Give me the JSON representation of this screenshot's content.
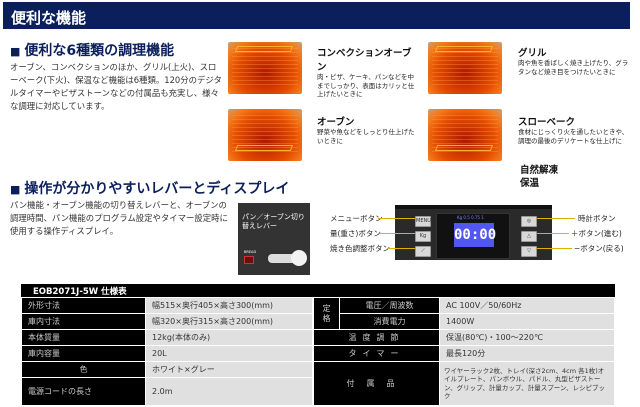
{
  "header": {
    "title": "便利な機能"
  },
  "section1": {
    "heading": "便利な6種類の調理機能",
    "bullet": "■",
    "body": "オーブン、コンベクションのほか、グリル(上火)、スローベーク(下火)、保温など機能は6種類。120分のデジタルタイマーやピザストーンなどの付属品も充実し、様々な調理に対応しています。",
    "functions": [
      {
        "title": "コンベクションオーブン",
        "desc": "肉・ピザ、ケーキ、パンなどを中までしっかり、表面はカリッと仕上げたいときに"
      },
      {
        "title": "グリル",
        "desc": "肉や魚を香ばしく焼き上げたり、グラタンなど焼き目をつけたいときに"
      },
      {
        "title": "オーブン",
        "desc": "野菜や魚などをしっとり仕上げたいときに"
      },
      {
        "title": "スローベーク",
        "desc": "食材にじっくり火を通したいときや、調理の最後のデリケートな仕上げに"
      }
    ],
    "extra": [
      "自然解凍",
      "保温"
    ]
  },
  "section2": {
    "heading": "操作が分かりやすいレバーとディスプレイ",
    "bullet": "■",
    "body": "パン機能・オーブン機能の切り替えレバーと、オーブンの調理時間、パン機能のプログラム設定やタイマー設定時に使用する操作ディスプレイ。",
    "lever_label": "パン／オーブン切り替えレバー",
    "lever_small": "BREAD",
    "left_labels": [
      "メニューボタン",
      "量(重さ)ボタン",
      "焼き色調整ボタン"
    ],
    "right_labels": [
      "時計ボタン",
      "＋ボタン(進む)",
      "−ボタン(戻る)"
    ],
    "display_time": "00:00",
    "display_top": "Kg 0.5   0.75   1",
    "btn_menu": "MENU",
    "btn_kg": "Kg"
  },
  "spec": {
    "title": "EOB2071J-5W 仕様表",
    "left": [
      {
        "label": "外形寸法",
        "value": "幅515×奥行405×高さ300(mm)"
      },
      {
        "label": "庫内寸法",
        "value": "幅320×奥行315×高さ200(mm)"
      },
      {
        "label": "本体質量",
        "value": "12kg(本体のみ)"
      },
      {
        "label": "庫内容量",
        "value": "20L"
      },
      {
        "label": "色",
        "value": "ホワイト×グレー"
      },
      {
        "label": "電源コードの長さ",
        "value": "2.0m"
      }
    ],
    "rating_label": "定格",
    "right": [
      {
        "label": "電圧／周波数",
        "value": "AC 100V／50/60Hz"
      },
      {
        "label": "消費電力",
        "value": "1400W"
      },
      {
        "label": "温度調節",
        "value": "保温(80℃)・100～220℃"
      },
      {
        "label": "タイマー",
        "value": "最長120分"
      },
      {
        "label": "付属品",
        "value": "ワイヤーラック2枚、トレイ(深さ2cm、4cm 各1枚)オイルプレート、パンボウル、パドル、丸型ピザストーン、グリップ、計量カップ、計量スプーン、レシピブック"
      }
    ]
  }
}
